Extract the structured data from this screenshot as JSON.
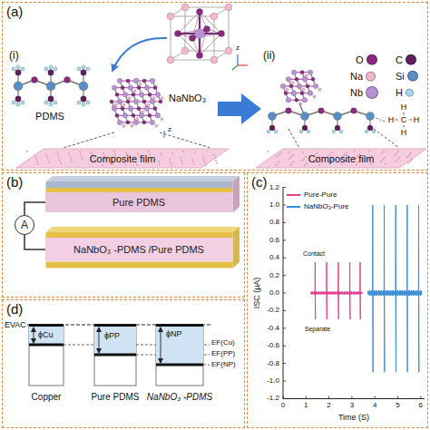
{
  "diagram": {
    "nodes": [
      {
        "text": [
          "(a)"
        ]
      },
      {
        "text": [
          "(b)"
        ]
      },
      {
        "text": [
          "(c)"
        ]
      },
      {
        "text": [
          "(d)"
        ]
      },
      {
        "text": [
          "A"
        ],
        "in": 1
      },
      {
        "text": [
          "Pure PDMS"
        ],
        "in": 1
      },
      {
        "text": [
          "NaNbO₃ -PDMS /Pure PDMS"
        ],
        "in": 1
      }
    ],
    "edges": [
      {
        "from": 4,
        "to": 5,
        "arrow": "none"
      },
      {
        "from": 4,
        "to": 6,
        "arrow": "none"
      }
    ],
    "labels": [
      "(i)",
      "(ii)",
      "PDMS",
      "NaNbO₃",
      "z",
      "z",
      "Composite film",
      "Composite film",
      "H",
      "H",
      "C",
      "H",
      "H",
      "1.2",
      "1.0",
      "0.8",
      "0.6",
      "0.4",
      "0.2",
      "0.0",
      "-0.2",
      "-0.4",
      "-0.6",
      "-0.8",
      "-1.0",
      "-1.2",
      "0",
      "1",
      "2",
      "3",
      "4",
      "5",
      "6",
      "Time (S)",
      "ISC (μA)",
      "Contact",
      "Separate",
      "EVAC",
      "ϕCu",
      "ϕPP",
      "ϕNP",
      "EF(Cu)",
      "EF(PP)",
      "EF(NP)",
      "Copper",
      "Pure PDMS",
      "NaNbO₃ -PDMS"
    ],
    "legend": [
      {
        "text": "O",
        "color": "#8a2b7e"
      },
      {
        "text": "C",
        "color": "#5e1f5c"
      },
      {
        "text": "Na",
        "color": "#f2b6cf"
      },
      {
        "text": "Si",
        "color": "#5b8fc4"
      },
      {
        "text": "Nb",
        "color": "#b892d2"
      },
      {
        "text": "H",
        "color": "#a9d8ec"
      },
      {
        "text": "Pure-Pure"
      },
      {
        "text": "NaNbO₃-Pure"
      }
    ]
  }
}
